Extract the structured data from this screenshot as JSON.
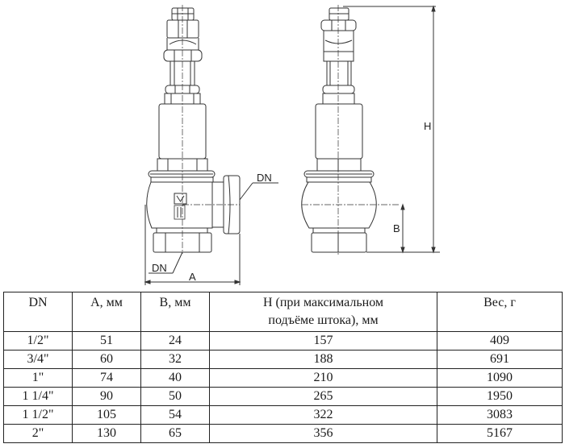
{
  "drawing": {
    "labels": {
      "dn_side": "DN",
      "dn_bottom": "DN",
      "a": "A",
      "h": "H",
      "b": "B"
    }
  },
  "table": {
    "headers": [
      "DN",
      "А, мм",
      "В, мм",
      "Н (при максимальном подъёме штока), мм",
      "Вес, г"
    ],
    "header_h_line1": "Н (при максимальном",
    "header_h_line2": "подъёме штока), мм",
    "rows": [
      {
        "dn": "1/2\"",
        "a": "51",
        "b": "24",
        "h": "157",
        "weight": "409"
      },
      {
        "dn": "3/4\"",
        "a": "60",
        "b": "32",
        "h": "188",
        "weight": "691"
      },
      {
        "dn": "1\"",
        "a": "74",
        "b": "40",
        "h": "210",
        "weight": "1090"
      },
      {
        "dn": "1 1/4\"",
        "a": "90",
        "b": "50",
        "h": "265",
        "weight": "1950"
      },
      {
        "dn": "1 1/2\"",
        "a": "105",
        "b": "54",
        "h": "322",
        "weight": "3083"
      },
      {
        "dn": "2\"",
        "a": "130",
        "b": "65",
        "h": "356",
        "weight": "5167"
      }
    ]
  }
}
